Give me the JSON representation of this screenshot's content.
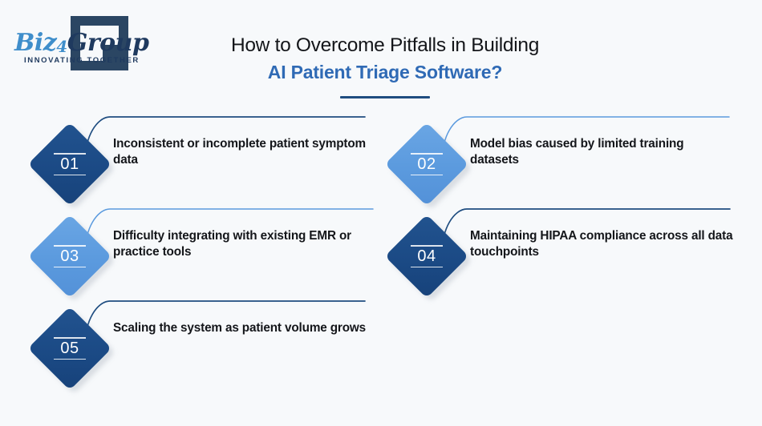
{
  "brand": {
    "logo_word_1": "Biz",
    "logo_word_sub": "4",
    "logo_word_2": "Group",
    "tagline": "INNOVATING TOGETHER",
    "emblem_color": "#2b4663",
    "word_accent_color": "#3f8ecb",
    "word_dark_color": "#1f3a5f"
  },
  "title": {
    "line1": "How to Overcome Pitfalls in Building",
    "line2": "AI Patient Triage Software?",
    "line1_color": "#14161a",
    "line2_color": "#2f6ab5",
    "underline_color": "#1f4d80"
  },
  "palette": {
    "background": "#f7f9fb",
    "diamond_dark": "#1b4a85",
    "diamond_light": "#5b9ade",
    "connector_dark": "#1f4d80",
    "connector_light": "#5b9ade",
    "text": "#14161a"
  },
  "items": [
    {
      "number": "01",
      "text": "Inconsistent or incomplete patient symptom data",
      "tone": "dark",
      "connector_tone": "dark",
      "connector_length": 410
    },
    {
      "number": "02",
      "text": "Model bias caused by limited training datasets",
      "tone": "light",
      "connector_tone": "light",
      "connector_length": 419
    },
    {
      "number": "03",
      "text": "Difficulty integrating with existing EMR or practice tools",
      "tone": "light",
      "connector_tone": "light",
      "connector_length": 420
    },
    {
      "number": "04",
      "text": "Maintaining HIPAA compliance across all data touchpoints",
      "tone": "dark",
      "connector_tone": "dark",
      "connector_length": 420
    },
    {
      "number": "05",
      "text": "Scaling the system as patient volume grows",
      "tone": "dark",
      "connector_tone": "dark",
      "connector_length": 410
    }
  ]
}
